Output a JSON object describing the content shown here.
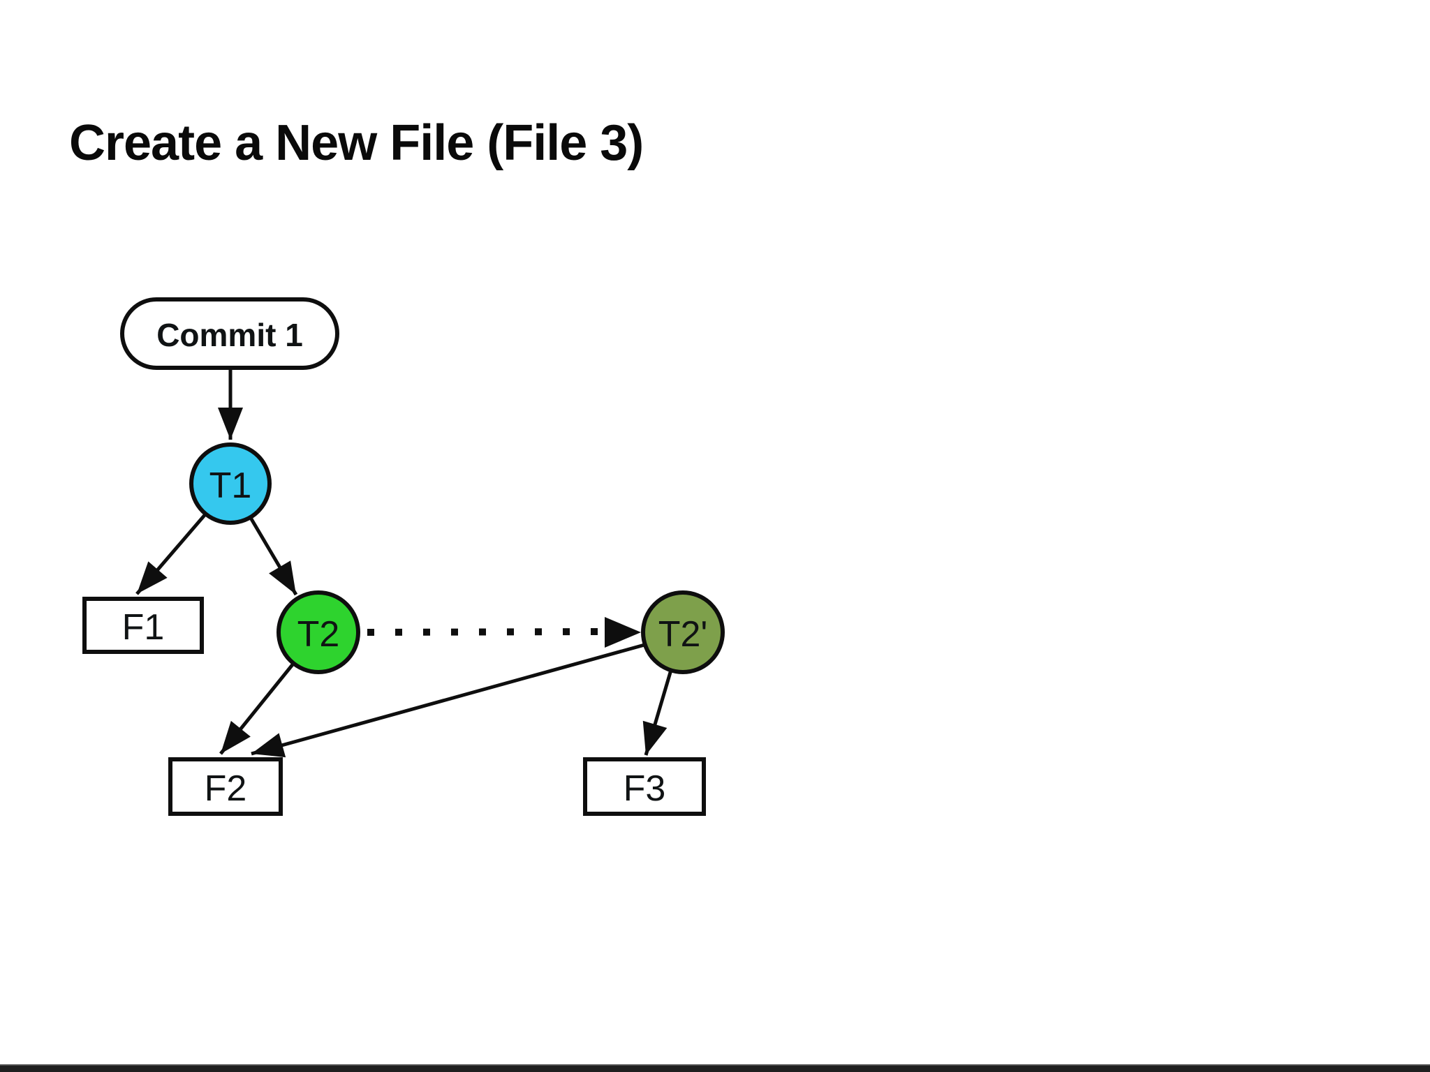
{
  "slide": {
    "title": "Create a New File (File 3)",
    "background_color": "#ffffff",
    "footer_bar_color": "#1f1f1f",
    "ink_color": "#0e0e0e"
  },
  "diagram": {
    "nodes": {
      "commit1": {
        "label": "Commit 1",
        "shape": "stadium",
        "fill": "#ffffff"
      },
      "t1": {
        "label": "T1",
        "shape": "circle",
        "fill": "#35c8ee"
      },
      "t2": {
        "label": "T2",
        "shape": "circle",
        "fill": "#2ed32e"
      },
      "t2prime": {
        "label": "T2'",
        "shape": "circle",
        "fill": "#7ea04b"
      },
      "f1": {
        "label": "F1",
        "shape": "rect",
        "fill": "#ffffff"
      },
      "f2": {
        "label": "F2",
        "shape": "rect",
        "fill": "#ffffff"
      },
      "f3": {
        "label": "F3",
        "shape": "rect",
        "fill": "#ffffff"
      }
    },
    "edges": [
      {
        "from": "Commit 1",
        "to": "T1",
        "style": "solid"
      },
      {
        "from": "T1",
        "to": "F1",
        "style": "solid"
      },
      {
        "from": "T1",
        "to": "T2",
        "style": "solid"
      },
      {
        "from": "T2",
        "to": "F2",
        "style": "solid"
      },
      {
        "from": "T2",
        "to": "T2'",
        "style": "dotted"
      },
      {
        "from": "T2'",
        "to": "F2",
        "style": "solid"
      },
      {
        "from": "T2'",
        "to": "F3",
        "style": "solid"
      }
    ]
  }
}
